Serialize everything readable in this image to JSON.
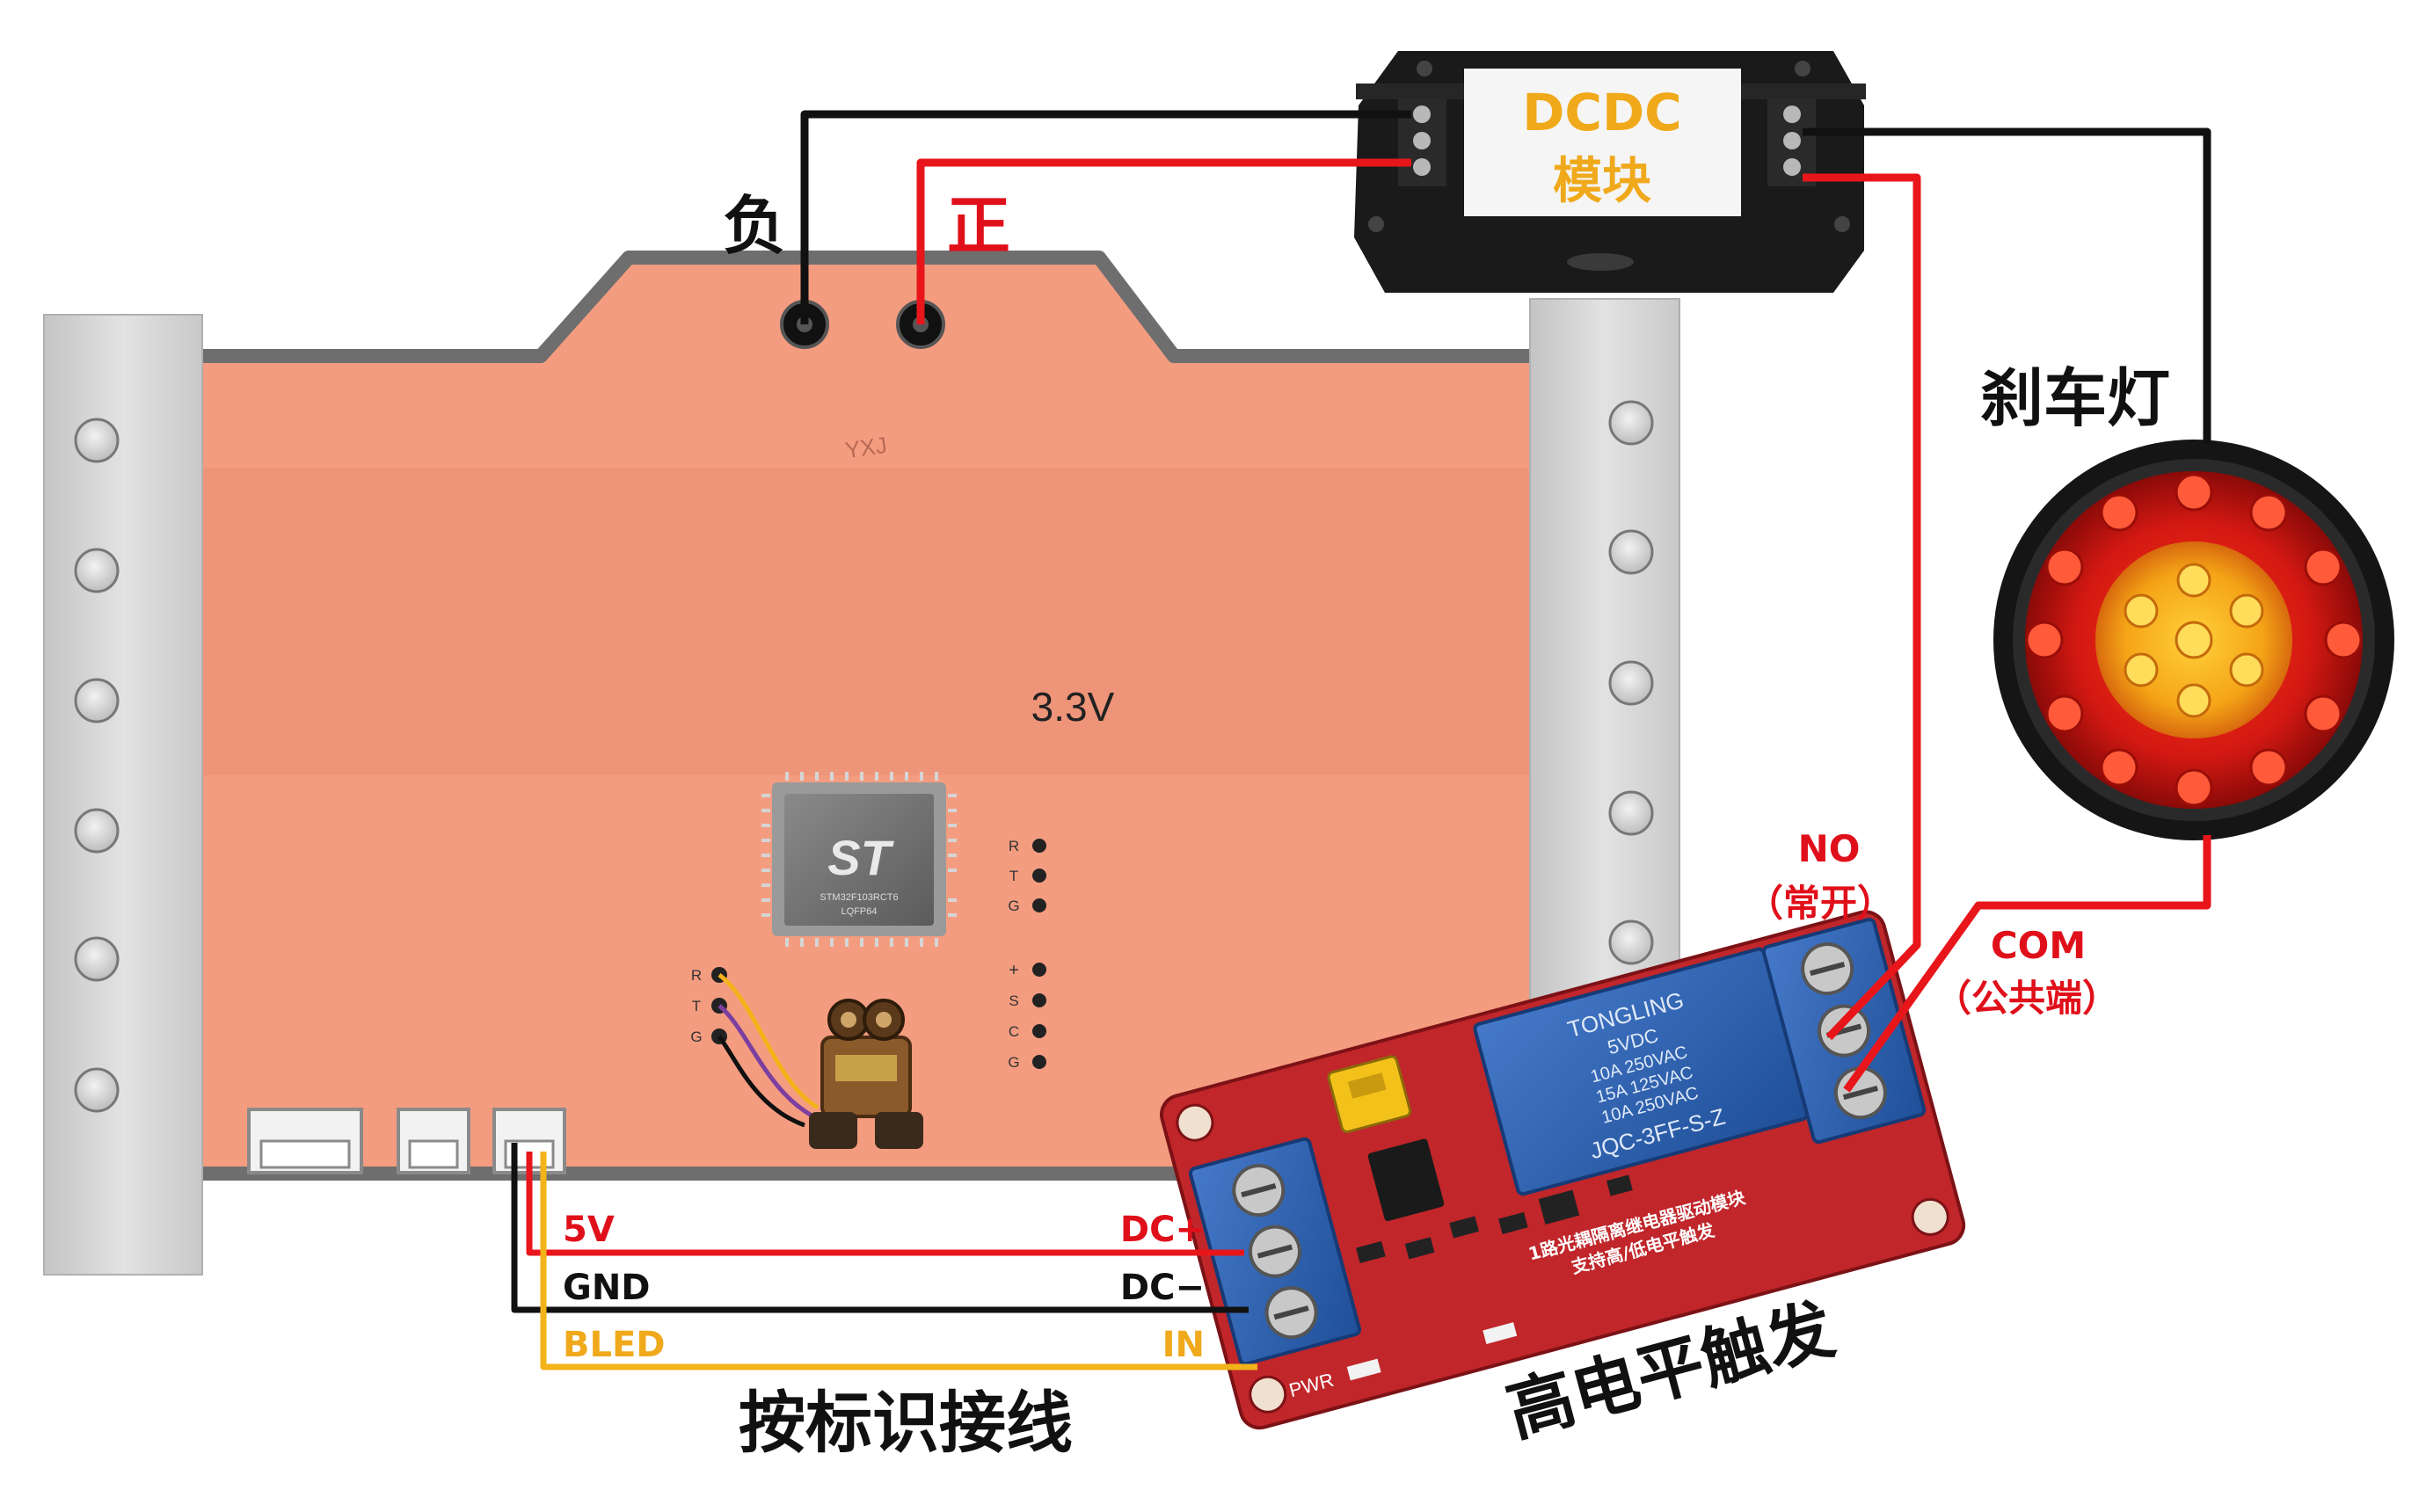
{
  "labels": {
    "negative": "负",
    "positive": "正",
    "dcdc_line1": "DCDC",
    "dcdc_line2": "模块",
    "brake_light": "刹车灯",
    "voltage": "3.3V",
    "no_line1": "NO",
    "no_line2": "（常开）",
    "com_line1": "COM",
    "com_line2": "（公共端）",
    "wire_5v": "5V",
    "wire_gnd": "GND",
    "wire_bled": "BLED",
    "term_dcplus": "DC+",
    "term_dcminus": "DC−",
    "term_in": "IN",
    "caption_wiring": "按标识接线",
    "caption_trigger": "高电平触发"
  },
  "board": {
    "header_right": [
      "R",
      "T",
      "G",
      "+",
      "S",
      "C",
      "G"
    ],
    "header_left": [
      "R",
      "T",
      "G"
    ],
    "chip_brand": "ST",
    "chip_part": "STM32F103RCT6",
    "chip_package": "LQFP64",
    "silk_text": "YXJ"
  },
  "relay": {
    "brand": "TONGLING",
    "spec_lines": [
      "5VDC",
      "10A 250VAC",
      "15A 125VAC",
      "10A 250VAC"
    ],
    "model": "JQC-3FF-S-Z",
    "pcb_text_line1": "1路光耦隔离继电器驱动模块",
    "pcb_text_line2": "支持高/低电平触发",
    "pwr_label": "PWR"
  },
  "colors": {
    "board": "#f49c80",
    "board_band": "#ee9479",
    "rail": "#d7d7d7",
    "wire_red": "#e8161b",
    "wire_black": "#111111",
    "wire_yellow": "#f3b31a",
    "label_red": "#e0101a",
    "label_yellow": "#f0a91b",
    "relay_pcb": "#c0262a",
    "relay_blue": "#2f65b5"
  }
}
